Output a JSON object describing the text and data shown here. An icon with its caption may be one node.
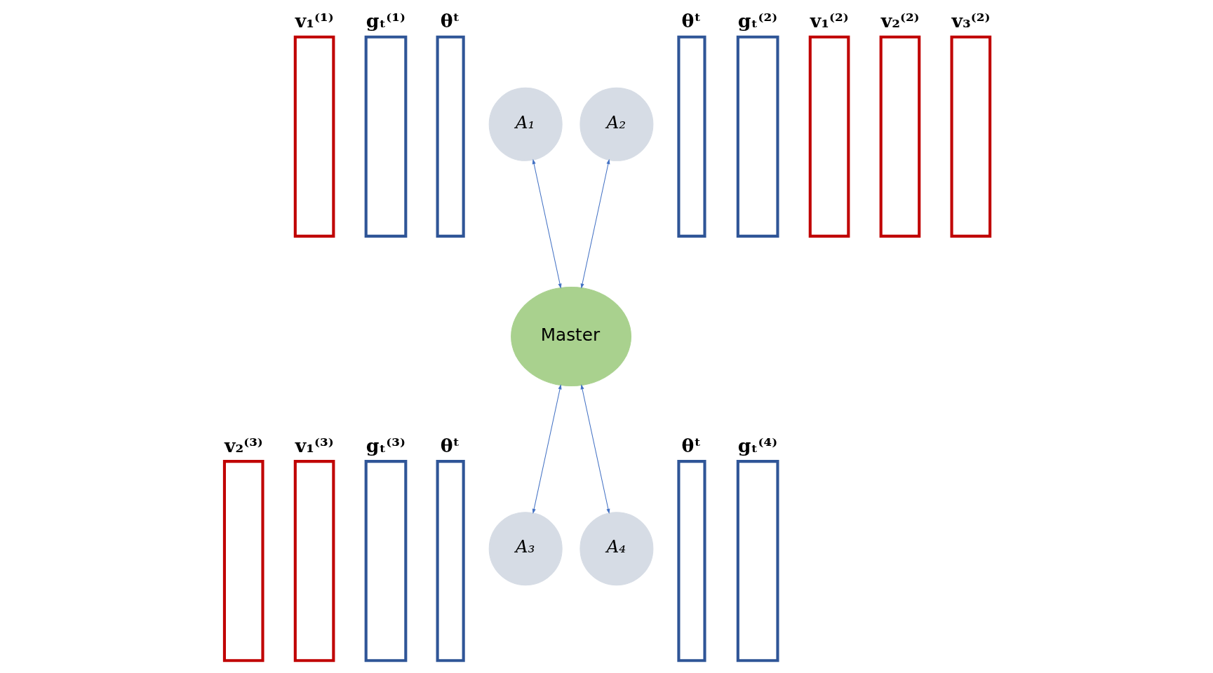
{
  "diagram": {
    "nodes": [
      {
        "text": [
          "v₁⁽¹⁾"
        ]
      },
      {
        "text": [
          "gₜ⁽¹⁾"
        ]
      },
      {
        "text": [
          "θᵗ"
        ]
      },
      {
        "text": [
          "θᵗ"
        ]
      },
      {
        "text": [
          "gₜ⁽²⁾"
        ]
      },
      {
        "text": [
          "v₁⁽²⁾"
        ]
      },
      {
        "text": [
          "v₂⁽²⁾"
        ]
      },
      {
        "text": [
          "v₃⁽²⁾"
        ]
      },
      {
        "text": [
          "A₁"
        ]
      },
      {
        "text": [
          "A₂"
        ]
      },
      {
        "text": [
          "Master"
        ]
      },
      {
        "text": [
          "v₂⁽³⁾"
        ]
      },
      {
        "text": [
          "v₁⁽³⁾"
        ]
      },
      {
        "text": [
          "gₜ⁽³⁾"
        ]
      },
      {
        "text": [
          "θᵗ"
        ]
      },
      {
        "text": [
          "θᵗ"
        ]
      },
      {
        "text": [
          "gₜ⁽⁴⁾"
        ]
      },
      {
        "text": [
          "A₃"
        ]
      },
      {
        "text": [
          "A₄"
        ]
      }
    ],
    "edges": [
      {
        "from": 8,
        "to": 10,
        "arrow": "both"
      },
      {
        "from": 9,
        "to": 10,
        "arrow": "both"
      },
      {
        "from": 10,
        "to": 17,
        "arrow": "both"
      },
      {
        "from": 10,
        "to": 18,
        "arrow": "both"
      }
    ]
  }
}
